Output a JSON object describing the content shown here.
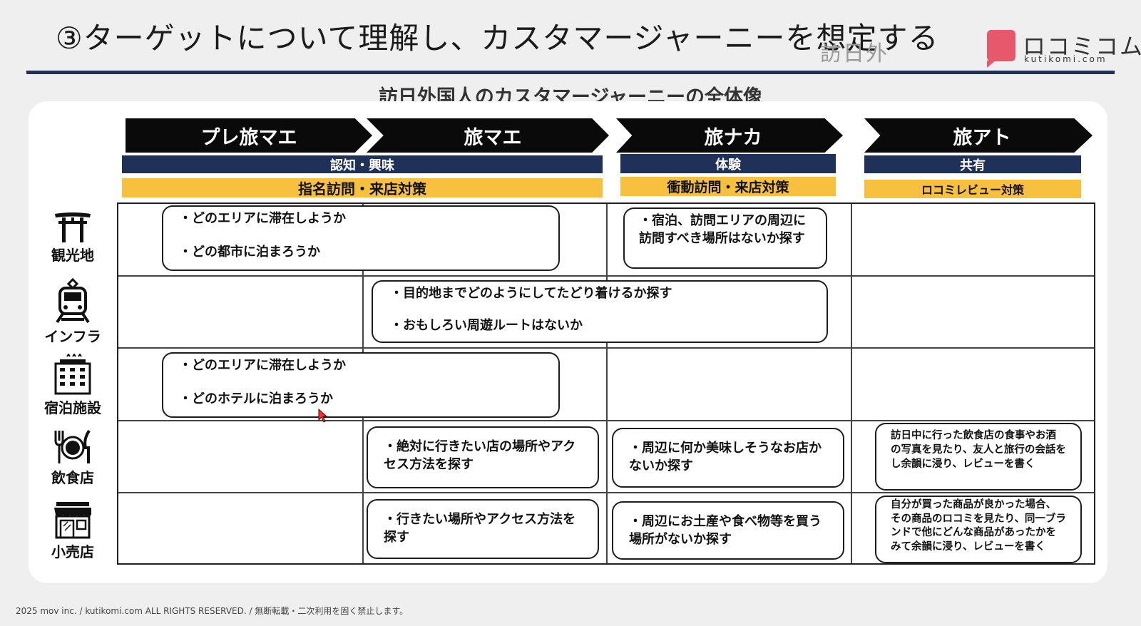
{
  "header": {
    "title": "③ターゲットについて理解し、カスタマージャーニーを想定する",
    "ghost_text": "訪日外",
    "logo_text": "ロコミコム",
    "logo_sub": "kutikomi.com"
  },
  "subtitle": "訪日外国人のカスタマージャーニーの全体像",
  "phases": [
    "プレ旅マエ",
    "旅マエ",
    "旅ナカ",
    "旅アト"
  ],
  "stages": [
    "認知・興味",
    "体験",
    "共有"
  ],
  "measures": [
    "指名訪問・来店対策",
    "衝動訪問・来店対策",
    "ロコミレビュー対策"
  ],
  "rows": [
    {
      "label": "観光地",
      "icon": "torii-icon"
    },
    {
      "label": "インフラ",
      "icon": "train-icon"
    },
    {
      "label": "宿泊施設",
      "icon": "hotel-icon"
    },
    {
      "label": "飲食店",
      "icon": "dining-icon"
    },
    {
      "label": "小売店",
      "icon": "shop-icon"
    }
  ],
  "cells": {
    "tourism_pre": [
      "・どのエリアに滞在しようか",
      "・どの都市に泊まろうか"
    ],
    "tourism_during": "・宿泊、訪問エリアの周辺に訪問すべき場所はないか探す",
    "infra": [
      "・目的地までどのようにしてたどり着けるか探す",
      "・おもしろい周遊ルートはないか"
    ],
    "hotel_pre": [
      "・どのエリアに滞在しようか",
      "・どのホテルに泊まろうか"
    ],
    "dining_before": "・絶対に行きたい店の場所やアクセス方法を探す",
    "dining_during": "・周辺に何か美味しそうなお店かないか探す",
    "dining_after": "訪日中に行った飲食店の食事やお酒の写真を見たり、友人と旅行の会話をし余韻に浸り、レビューを書く",
    "retail_before": "・行きたい場所やアクセス方法を探す",
    "retail_during": "・周辺にお土産や食べ物等を買う場所がないか探す",
    "retail_after": "自分が買った商品が良かった場合、その商品のロコミを見たり、同一ブランドで他にどんな商品があったかをみて余韻に浸り、レビューを書く"
  },
  "footer": "2025 mov inc. / kutikomi.com ALL RIGHTS RESERVED. / 無断転載・二次利用を固く禁止します。",
  "colors": {
    "navy": "#1f3059",
    "yellow": "#f7c13f",
    "logo": "#e8586c"
  }
}
